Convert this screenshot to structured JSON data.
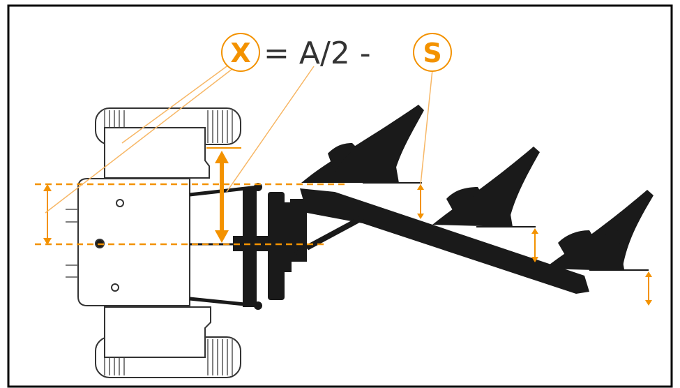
{
  "formula": {
    "x_symbol": "X",
    "equals_text": "= A/2 -",
    "s_symbol": "S"
  },
  "colors": {
    "accent": "#f39200",
    "accent_light": "#f7b766",
    "ink": "#1a1a1a",
    "outline": "#333333",
    "frame": "#000000"
  },
  "icons": {
    "tractor": "tractor-top-view",
    "plough": "four-furrow-plough"
  }
}
